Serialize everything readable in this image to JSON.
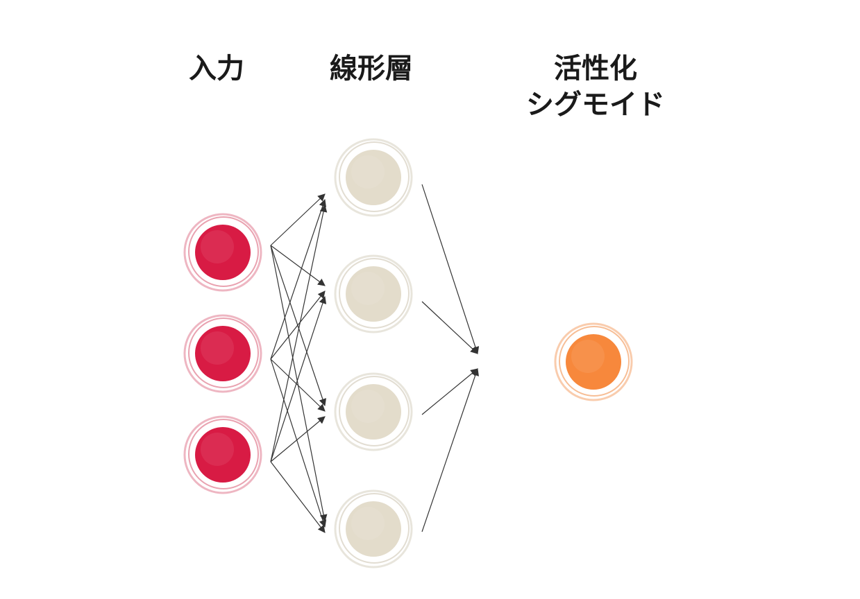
{
  "labels": {
    "input": "入力",
    "linear": "線形層",
    "activation": "活性化",
    "activation_sub": "シグモイド"
  },
  "layers": {
    "input": {
      "node_count": 3,
      "color": "#d81b44",
      "ring_color": "#e07a8f"
    },
    "linear": {
      "node_count": 4,
      "color": "#e3dccb",
      "ring_color": "#d6cfbf"
    },
    "output": {
      "node_count": 1,
      "color": "#f7883c",
      "ring_color": "#f4a26a"
    }
  },
  "edge_color": "#333333"
}
